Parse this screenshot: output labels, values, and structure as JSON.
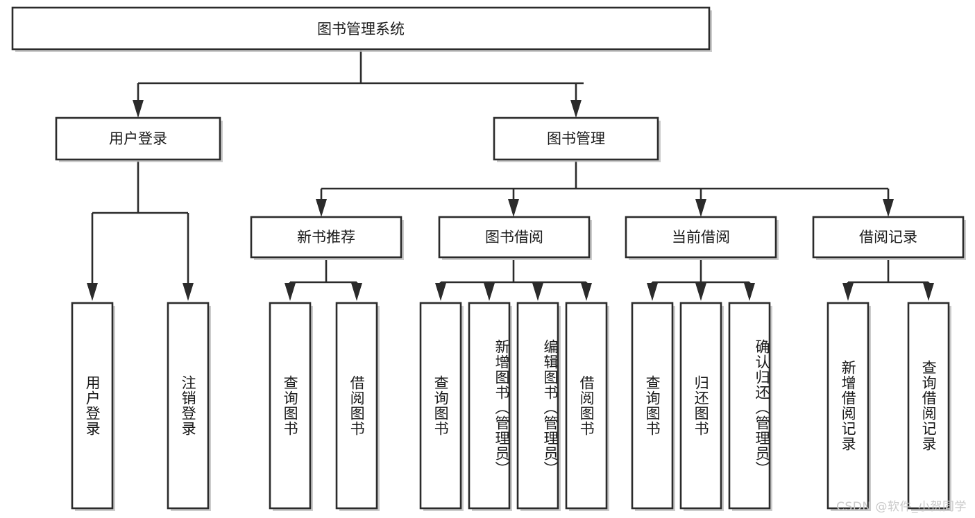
{
  "diagram": {
    "title": "图书管理系统",
    "type": "tree",
    "orientation": "top-down",
    "watermark": "CSDN @软件_小贺同学",
    "colors": {
      "background": "#ffffff",
      "box_fill": "#ffffff",
      "box_stroke": "#2b2b2b",
      "connector": "#2b2b2b",
      "text": "#1a1a1a",
      "watermark": "#c9c9c9"
    },
    "levels": [
      {
        "index": 0,
        "name": "root"
      },
      {
        "index": 1,
        "name": "modules"
      },
      {
        "index": 2,
        "name": "submodules"
      },
      {
        "index": 3,
        "name": "functions"
      }
    ],
    "nodes": {
      "root": {
        "id": "root",
        "label": "图书管理系统",
        "level": 0
      },
      "level1": [
        {
          "id": "user-login",
          "label": "用户登录",
          "level": 1
        },
        {
          "id": "book-manage",
          "label": "图书管理",
          "level": 1
        }
      ],
      "level2": [
        {
          "id": "new-book-recommend",
          "label": "新书推荐",
          "level": 2,
          "parent": "book-manage"
        },
        {
          "id": "book-borrow",
          "label": "图书借阅",
          "level": 2,
          "parent": "book-manage"
        },
        {
          "id": "current-borrow",
          "label": "当前借阅",
          "level": 2,
          "parent": "book-manage"
        },
        {
          "id": "borrow-record",
          "label": "借阅记录",
          "level": 2,
          "parent": "book-manage"
        }
      ],
      "leaves": [
        {
          "id": "leaf-user-login",
          "label": "用户登录",
          "parent": "user-login"
        },
        {
          "id": "leaf-logout-login",
          "label": "注销登录",
          "parent": "user-login"
        },
        {
          "id": "leaf-query-book-1",
          "label": "查询图书",
          "parent": "new-book-recommend"
        },
        {
          "id": "leaf-borrow-book-1",
          "label": "借阅图书",
          "parent": "new-book-recommend"
        },
        {
          "id": "leaf-query-book-2",
          "label": "查询图书",
          "parent": "book-borrow"
        },
        {
          "id": "leaf-add-book",
          "label": "新增图书（管理员）",
          "parent": "book-borrow"
        },
        {
          "id": "leaf-edit-book",
          "label": "编辑图书（管理员）",
          "parent": "book-borrow"
        },
        {
          "id": "leaf-borrow-book-2",
          "label": "借阅图书",
          "parent": "book-borrow"
        },
        {
          "id": "leaf-query-book-3",
          "label": "查询图书",
          "parent": "current-borrow"
        },
        {
          "id": "leaf-return-book",
          "label": "归还图书",
          "parent": "current-borrow"
        },
        {
          "id": "leaf-confirm-return",
          "label": "确认归还（管理员）",
          "parent": "current-borrow"
        },
        {
          "id": "leaf-add-record",
          "label": "新增借阅记录",
          "parent": "borrow-record"
        },
        {
          "id": "leaf-query-record",
          "label": "查询借阅记录",
          "parent": "borrow-record"
        }
      ]
    }
  }
}
